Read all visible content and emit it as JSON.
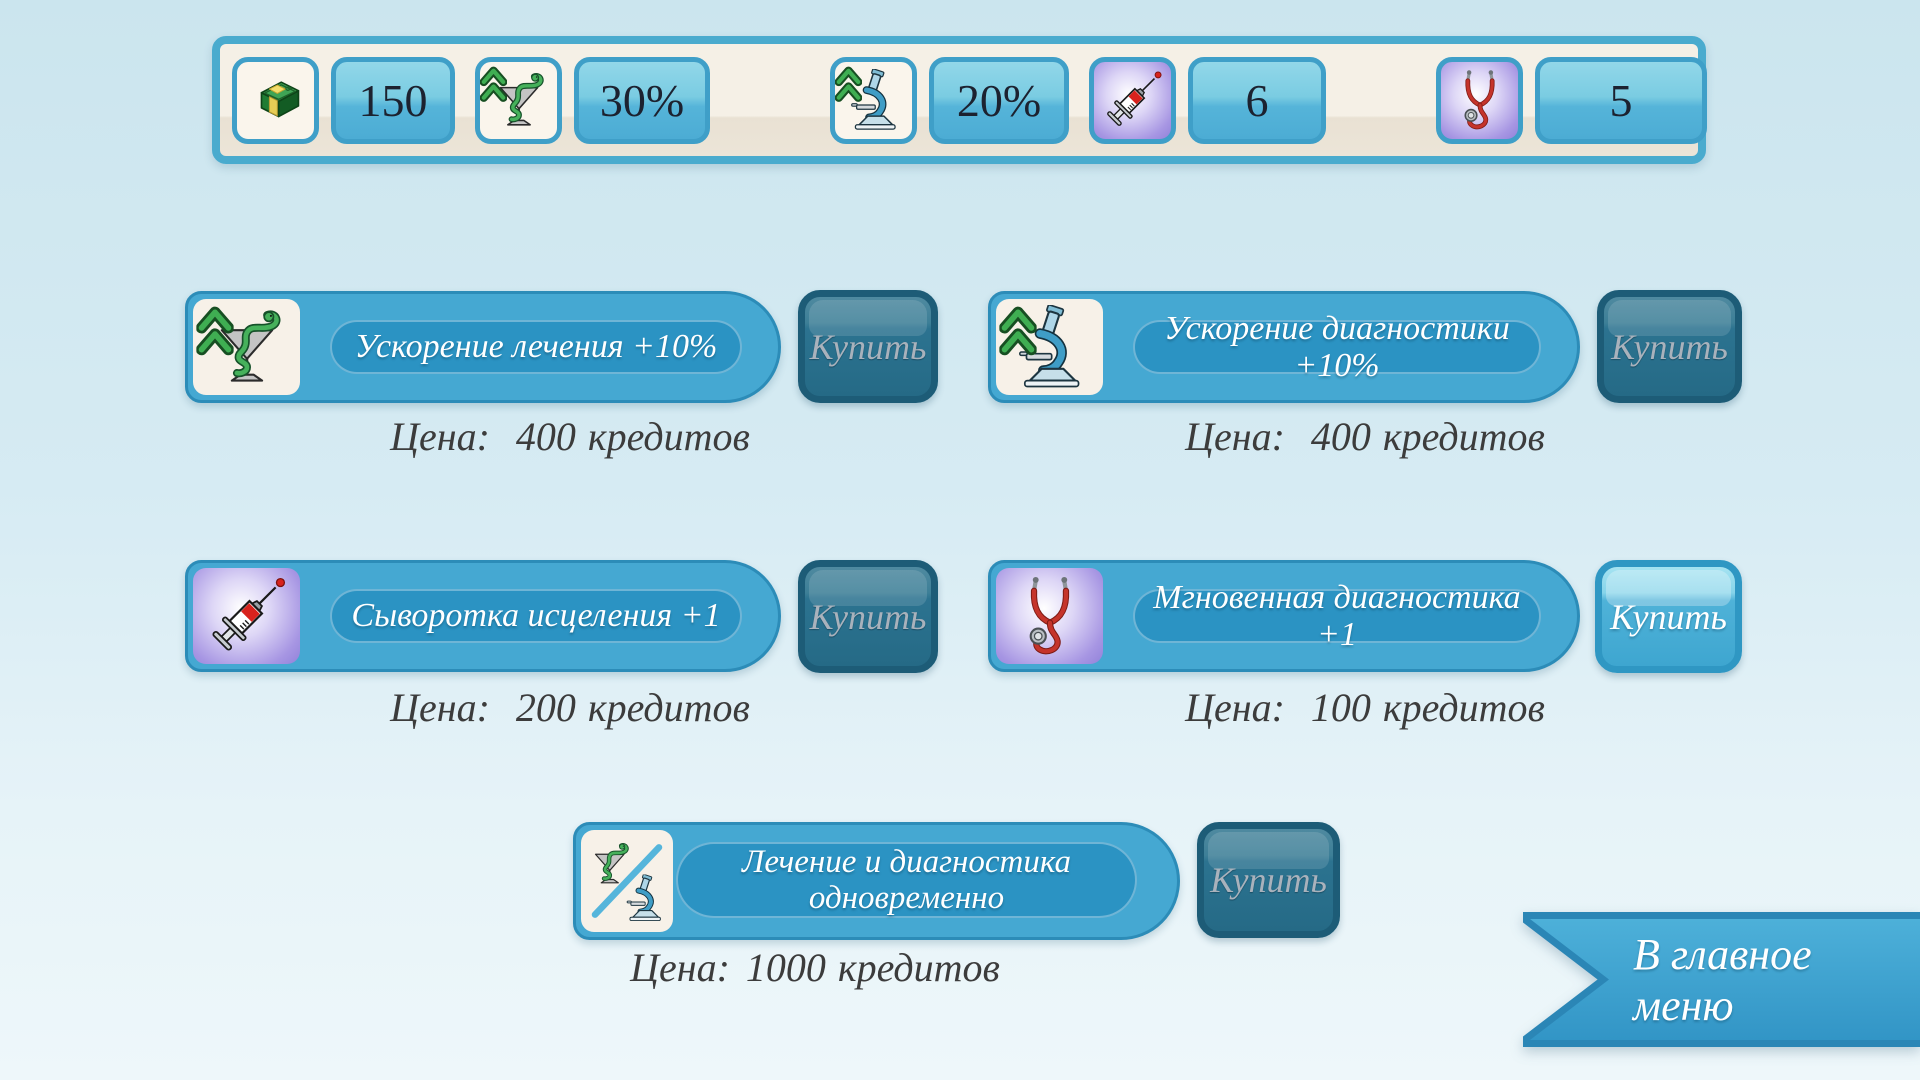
{
  "topbar": {
    "stats": [
      {
        "name": "credits",
        "icon": "money-icon",
        "value": "150"
      },
      {
        "name": "healing-speed",
        "icon": "hygieia-bowl-icon",
        "value": "30%"
      },
      {
        "name": "diagnostics-speed",
        "icon": "microscope-icon",
        "value": "20%"
      },
      {
        "name": "healing-serums",
        "icon": "syringe-icon",
        "value": "6"
      },
      {
        "name": "instant-diagnostics",
        "icon": "stethoscope-icon",
        "value": "5"
      }
    ]
  },
  "shop": {
    "buy_label": "Купить",
    "price_label": "Цена:",
    "price_suffix": "кредитов",
    "items": [
      {
        "title": "Ускорение лечения +10%",
        "price": "400",
        "enabled": false,
        "icon": "hygieia-bowl-icon"
      },
      {
        "title": "Ускорение диагностики +10%",
        "price": "400",
        "enabled": false,
        "icon": "microscope-icon"
      },
      {
        "title": "Сыворотка исцеления +1",
        "price": "200",
        "enabled": false,
        "icon": "syringe-icon"
      },
      {
        "title": "Мгновенная диагностика +1",
        "price": "100",
        "enabled": true,
        "icon": "stethoscope-icon"
      },
      {
        "title": "Лечение и диагностика одновременно",
        "price": "1000",
        "enabled": false,
        "icon": "combo-heal-diag-icon"
      }
    ]
  },
  "menu_button": {
    "label": "В главное меню"
  },
  "colors": {
    "accent_blue": "#3a9fce",
    "panel_cream": "#f5f0e6",
    "upgrade_purple": "#9c8bdf",
    "disabled_teal": "#256a86"
  }
}
